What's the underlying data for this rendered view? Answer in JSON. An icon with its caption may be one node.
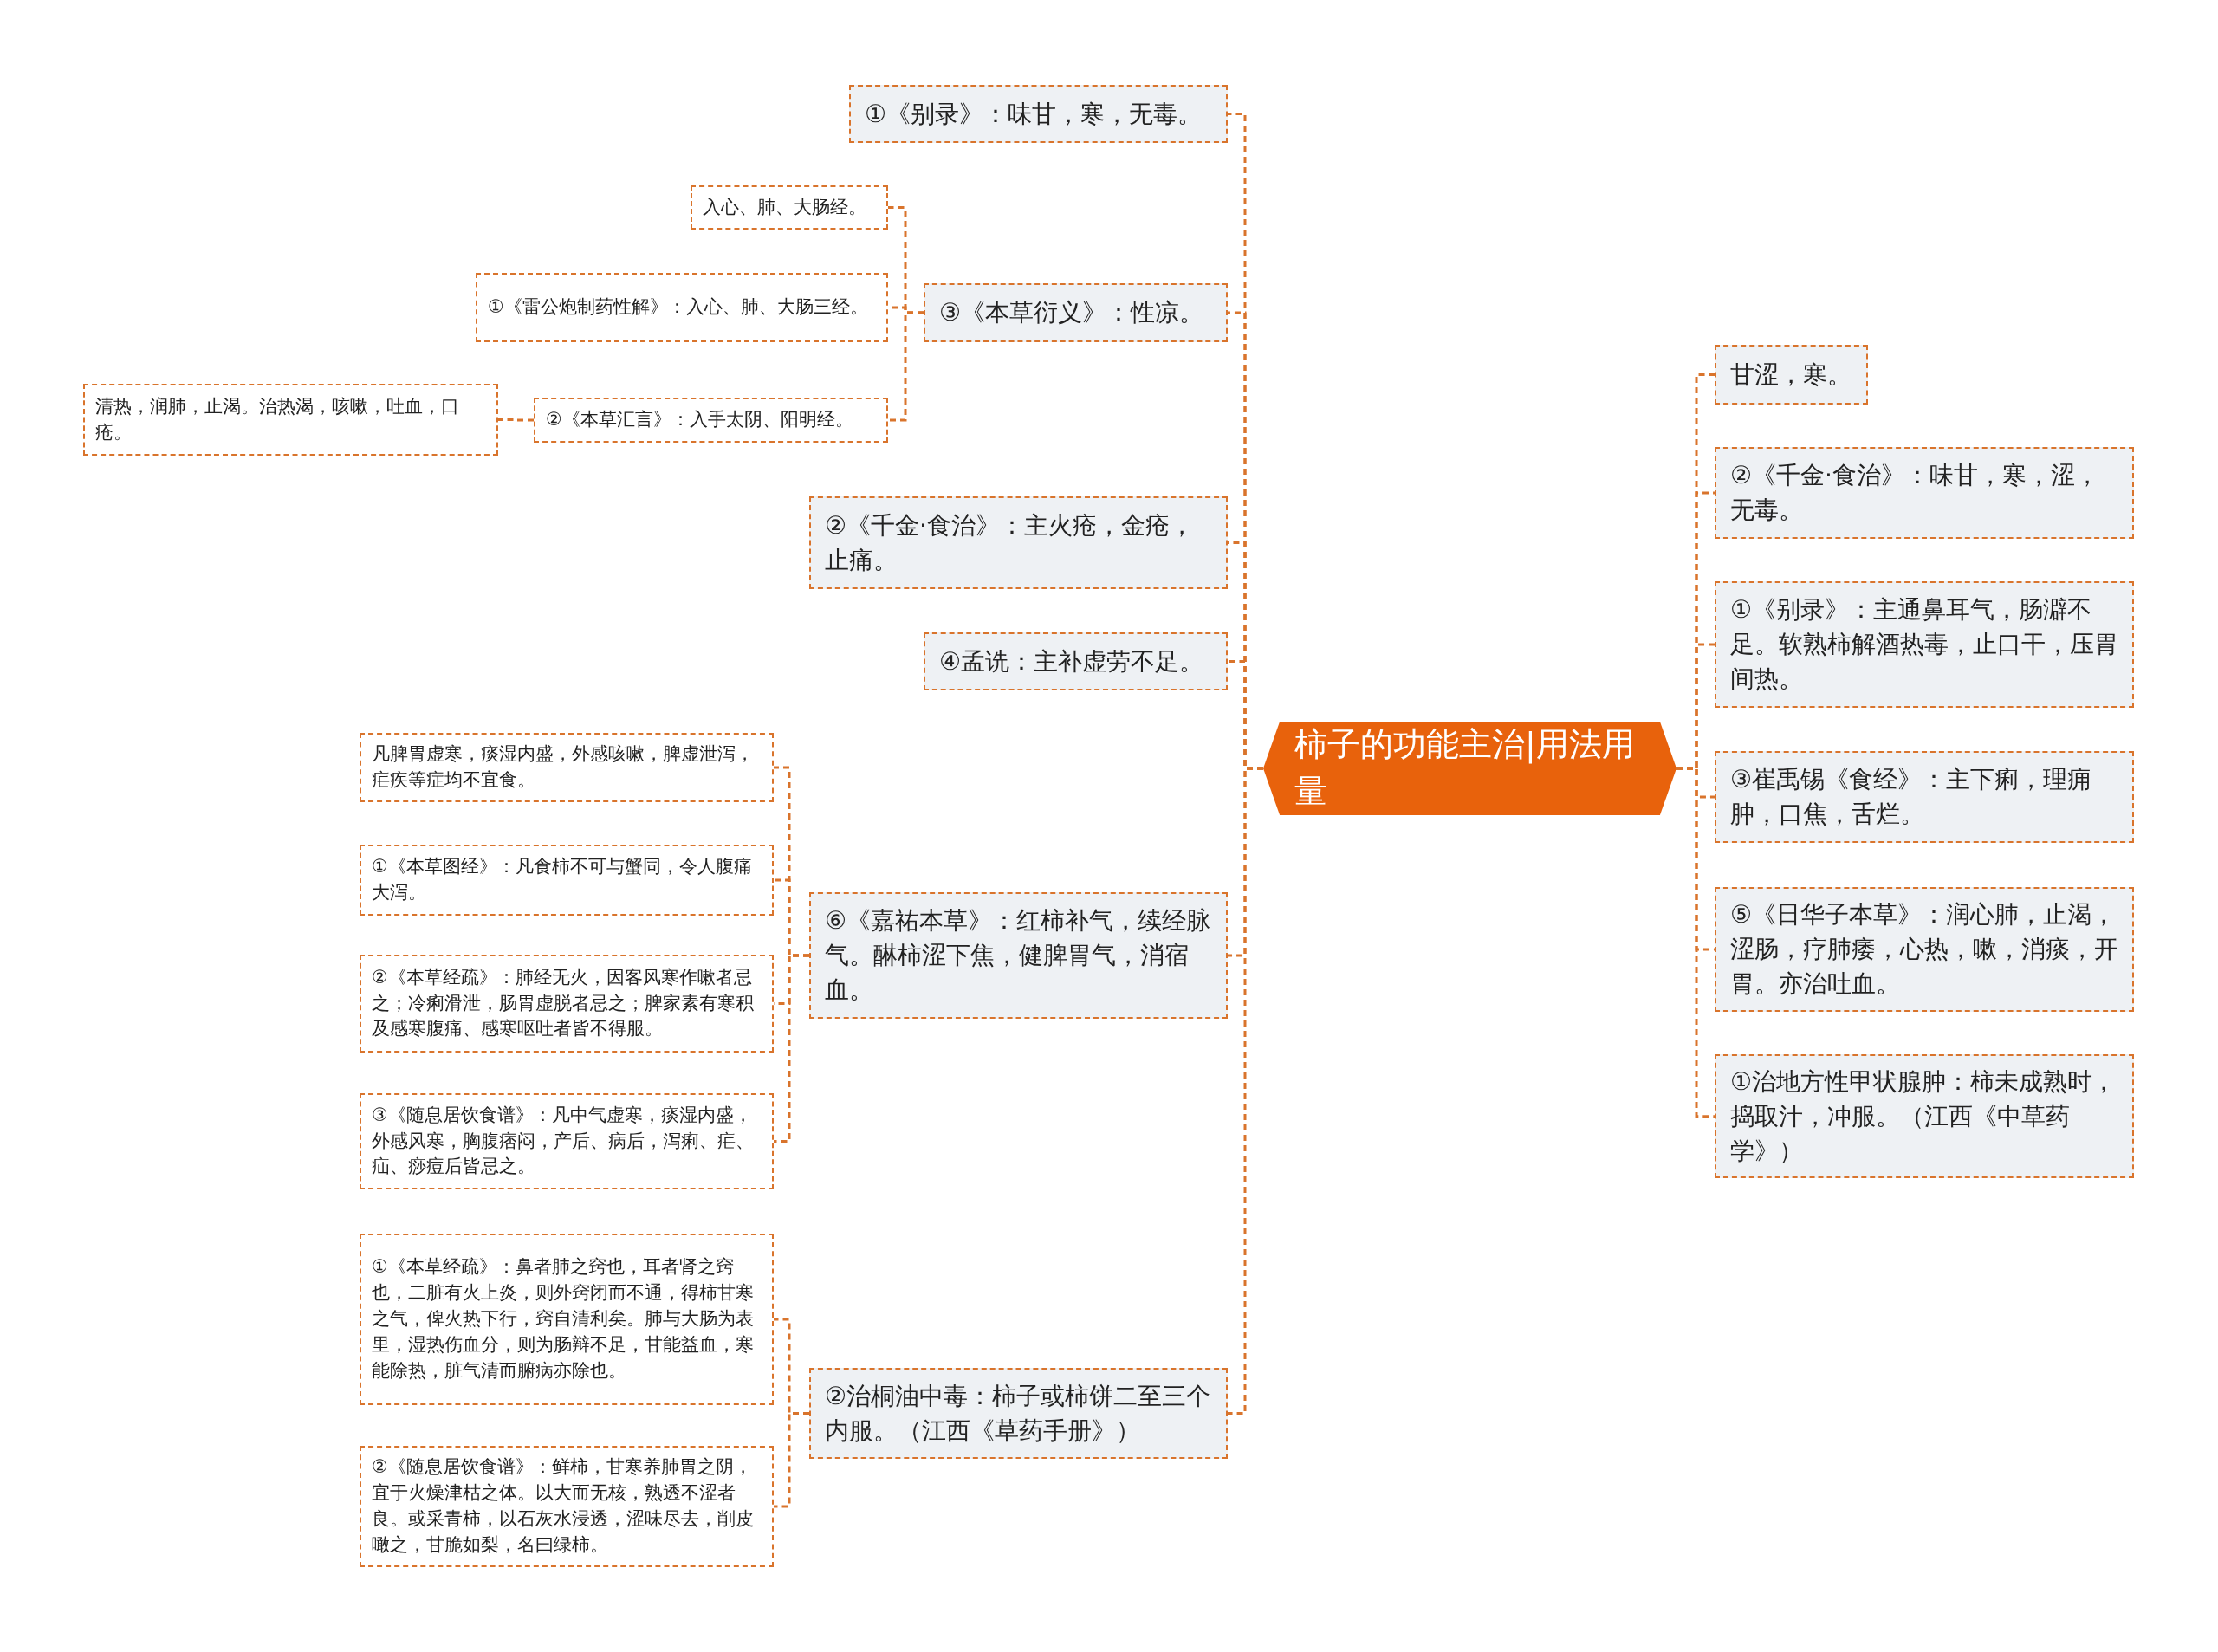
{
  "diagram": {
    "nodes": [
      {
        "text": [
          "柿子的功能主治|用法用量"
        ]
      },
      {
        "text": [
          "①《别录》：味甘，寒，无毒。"
        ]
      },
      {
        "text": [
          "③《本草衍义》：性凉。"
        ]
      },
      {
        "text": [
          "入心、肺、大肠经。"
        ]
      },
      {
        "text": [
          "①《雷公炮制药性解》：入心、肺、大肠三经。"
        ]
      },
      {
        "text": [
          "②《本草汇言》：入手太阴、阳明经。"
        ]
      },
      {
        "text": [
          "清热，润肺，止渴。治热渴，咳嗽，吐血，口疮。"
        ]
      },
      {
        "text": [
          "②《千金·食治》：主火疮，金疮，止痛。"
        ]
      },
      {
        "text": [
          "④孟诜：主补虚劳不足。"
        ]
      },
      {
        "text": [
          "⑥《嘉祐本草》：红柿补气，续经脉气。醂柿涩下焦，健脾胃气，消宿血。"
        ]
      },
      {
        "text": [
          "凡脾胃虚寒，痰湿内盛，外感咳嗽，脾虚泄泻，疟疾等症均不宜食。"
        ]
      },
      {
        "text": [
          "①《本草图经》：凡食柿不可与蟹同，令人腹痛大泻。"
        ]
      },
      {
        "text": [
          "②《本草经疏》：肺经无火，因客风寒作嗽者忌之；冷痢滑泄，肠胃虚脱者忌之；脾家素有寒积及感寒腹痛、感寒呕吐者皆不得服。"
        ]
      },
      {
        "text": [
          "③《随息居饮食谱》：凡中气虚寒，痰湿内盛，外感风寒，胸腹痞闷，产后、病后，泻痢、疟、疝、痧痘后皆忌之。"
        ]
      },
      {
        "text": [
          "②治桐油中毒：柿子或柿饼二至三个内服。（江西《草药手册》）"
        ]
      },
      {
        "text": [
          "①《本草经疏》：鼻者肺之窍也，耳者肾之窍也，二脏有火上炎，则外窍闭而不通，得柿甘寒之气，俾火热下行，窍自清利矣。肺与大肠为表里，湿热伤血分，则为肠辩不足，甘能益血，寒能除热，脏气清而腑病亦除也。"
        ]
      },
      {
        "text": [
          "②《随息居饮食谱》：鲜柿，甘寒养肺胃之阴，宜于火燥津枯之体。以大而无核，熟透不涩者良。或采青柿，以石灰水浸透，涩味尽去，削皮噉之，甘脆如梨，名曰绿柿。"
        ]
      },
      {
        "text": [
          "甘涩，寒。"
        ]
      },
      {
        "text": [
          "②《千金·食治》：味甘，寒，涩，无毒。"
        ]
      },
      {
        "text": [
          "①《别录》：主通鼻耳气，肠澼不足。软熟柿解酒热毒，止口干，压胃间热。"
        ]
      },
      {
        "text": [
          "③崔禹锡《食经》：主下痢，理痈肿，口焦，舌烂。"
        ]
      },
      {
        "text": [
          "⑤《日华子本草》：润心肺，止渴，涩肠，疗肺痿，心热，嗽，消痰，开胃。亦治吐血。"
        ]
      },
      {
        "text": [
          "①治地方性甲状腺肿：柿未成熟时，捣取汁，冲服。（江西《中草药学》）"
        ]
      }
    ],
    "edges": [
      {
        "from": 0,
        "to": 1,
        "arrow": "none"
      },
      {
        "from": 0,
        "to": 2,
        "arrow": "none"
      },
      {
        "from": 2,
        "to": 3,
        "arrow": "none"
      },
      {
        "from": 2,
        "to": 4,
        "arrow": "none"
      },
      {
        "from": 2,
        "to": 5,
        "arrow": "none"
      },
      {
        "from": 5,
        "to": 6,
        "arrow": "none"
      },
      {
        "from": 0,
        "to": 7,
        "arrow": "none"
      },
      {
        "from": 0,
        "to": 8,
        "arrow": "none"
      },
      {
        "from": 0,
        "to": 9,
        "arrow": "none"
      },
      {
        "from": 9,
        "to": 10,
        "arrow": "none"
      },
      {
        "from": 9,
        "to": 11,
        "arrow": "none"
      },
      {
        "from": 9,
        "to": 12,
        "arrow": "none"
      },
      {
        "from": 9,
        "to": 13,
        "arrow": "none"
      },
      {
        "from": 0,
        "to": 14,
        "arrow": "none"
      },
      {
        "from": 14,
        "to": 15,
        "arrow": "none"
      },
      {
        "from": 14,
        "to": 16,
        "arrow": "none"
      },
      {
        "from": 0,
        "to": 17,
        "arrow": "none"
      },
      {
        "from": 0,
        "to": 18,
        "arrow": "none"
      },
      {
        "from": 0,
        "to": 19,
        "arrow": "none"
      },
      {
        "from": 0,
        "to": 20,
        "arrow": "none"
      },
      {
        "from": 0,
        "to": 21,
        "arrow": "none"
      },
      {
        "from": 0,
        "to": 22,
        "arrow": "none"
      }
    ]
  }
}
